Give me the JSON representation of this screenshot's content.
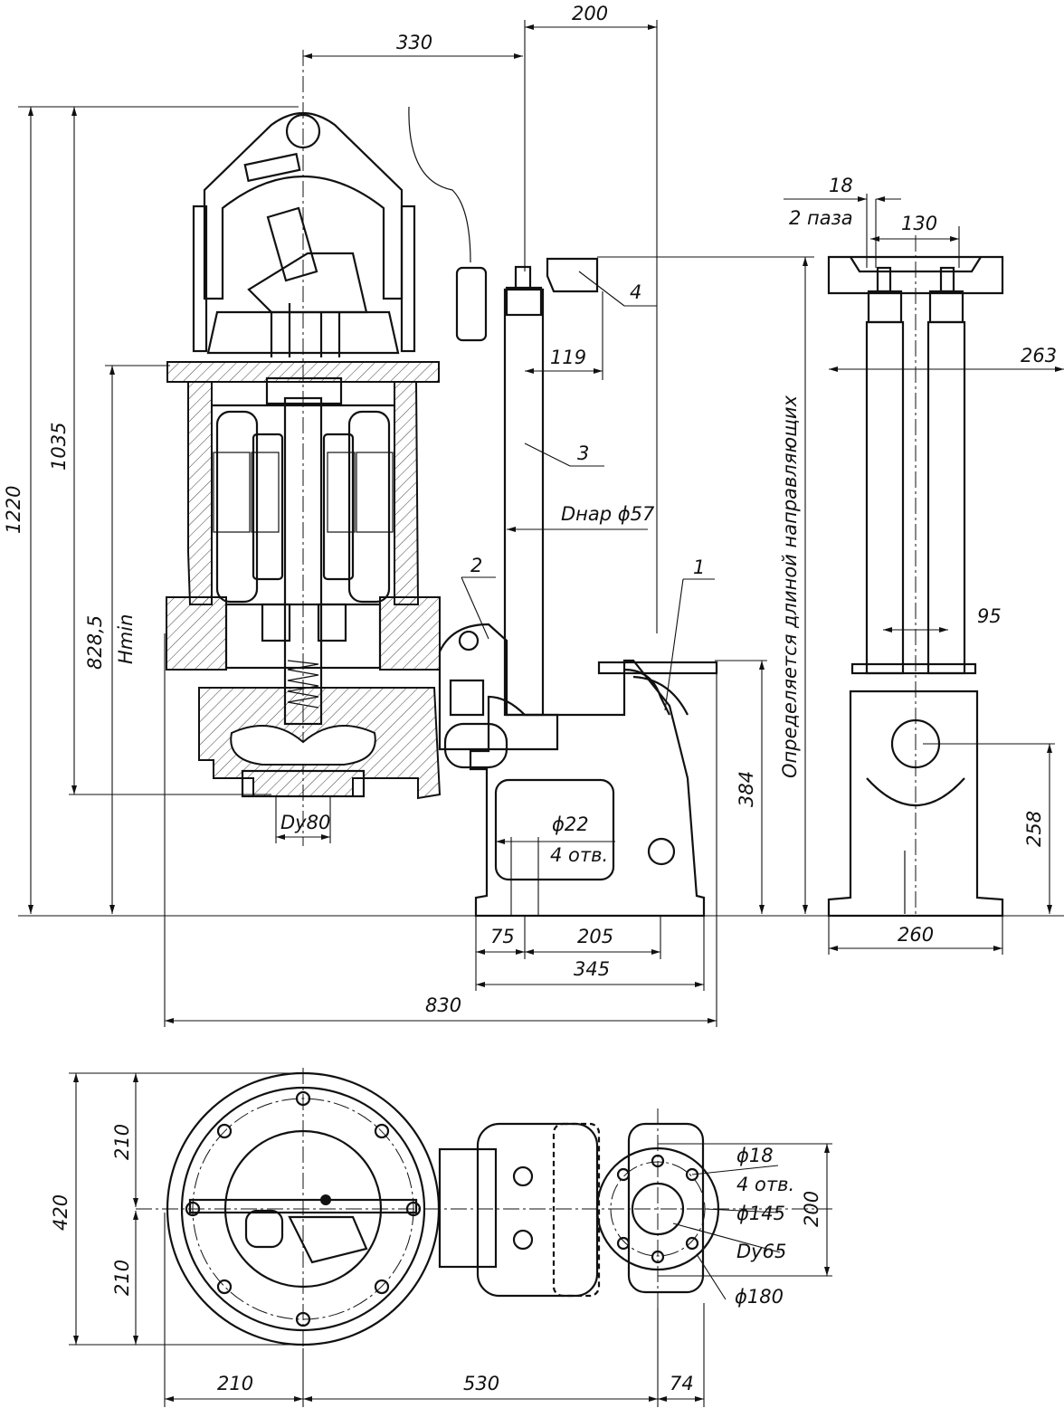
{
  "dimensions": {
    "width_200": "200",
    "width_330": "330",
    "height_1220": "1220",
    "height_1035": "1035",
    "height_828": "828,5",
    "hmin": "Hmin",
    "dy80": "Dy80",
    "d57": "Dнар ϕ57",
    "d119": "119",
    "d22": "ϕ22",
    "holes4": "4 отв.",
    "d384": "384",
    "d75": "75",
    "d205": "205",
    "d345": "345",
    "d830": "830",
    "guide_note": "Определяется длиной направляющих",
    "d18": "18",
    "slots2": "2 паза",
    "d130": "130",
    "d263": "263",
    "d95": "95",
    "d258": "258",
    "d260": "260",
    "plan_210_top": "210",
    "plan_420": "420",
    "plan_210_bottom": "210",
    "plan_200": "200",
    "plan_d18": "ϕ18",
    "plan_holes4": "4 отв.",
    "plan_d145": "ϕ145",
    "plan_dy65": "Dy65",
    "plan_d180": "ϕ180",
    "plan_210_horiz": "210",
    "plan_530": "530",
    "plan_74": "74"
  },
  "callouts": {
    "c1": "1",
    "c2": "2",
    "c3": "3",
    "c4": "4"
  }
}
